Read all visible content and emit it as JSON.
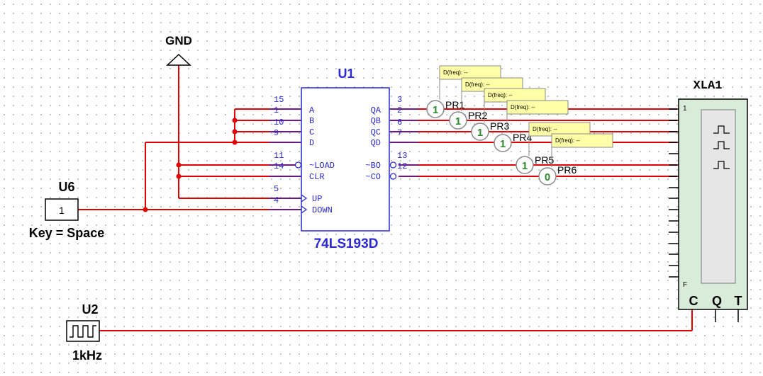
{
  "labels": {
    "gnd": "GND",
    "u1_ref": "U1",
    "u1_part": "74LS193D",
    "u6_ref": "U6",
    "u6_value": "1",
    "u6_key": "Key = Space",
    "u2_ref": "U2",
    "u2_freq": "1kHz",
    "xla_ref": "XLA1",
    "xla_pin_top": "1",
    "xla_pin_bottom": "F",
    "xla_c": "C",
    "xla_q": "Q",
    "xla_t": "T"
  },
  "u1_left_pin_numbers": [
    "15",
    "1",
    "10",
    "9",
    "11",
    "14",
    "5",
    "4"
  ],
  "u1_left_pin_names": [
    "A",
    "B",
    "C",
    "D",
    "~LOAD",
    "CLR",
    "UP",
    "DOWN"
  ],
  "u1_right_pin_numbers": [
    "3",
    "2",
    "6",
    "7",
    "13",
    "12"
  ],
  "u1_right_pin_names": [
    "QA",
    "QB",
    "QC",
    "QD",
    "~BO",
    "~CO"
  ],
  "probes": [
    {
      "name": "PR1",
      "value": "1",
      "freq": "D(freq): --"
    },
    {
      "name": "PR2",
      "value": "1",
      "freq": "D(freq): --"
    },
    {
      "name": "PR3",
      "value": "1",
      "freq": "D(freq): --"
    },
    {
      "name": "PR4",
      "value": "1",
      "freq": "D(freq): --"
    },
    {
      "name": "PR5",
      "value": "1",
      "freq": "D(freq): --"
    },
    {
      "name": "PR6",
      "value": "0",
      "freq": "D(freq): --"
    }
  ],
  "colors": {
    "wire": "#e00000",
    "component": "#2a2ad0",
    "probe": "#2e8b2e",
    "analyzer": "#d9ecd9",
    "tooltip": "#ffffa8",
    "grid_dot": "#9a9a9a"
  }
}
